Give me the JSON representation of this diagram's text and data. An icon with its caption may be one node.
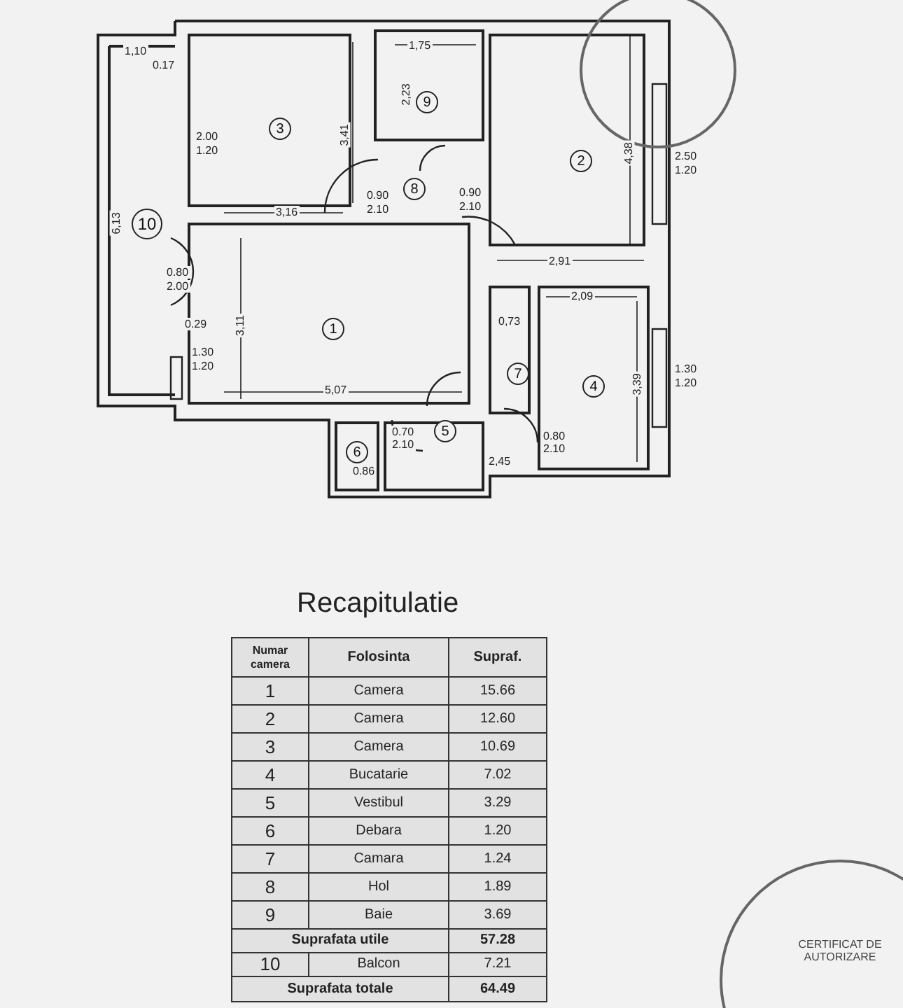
{
  "diagram": {
    "title": "Recapitulatie",
    "nodes": [
      {
        "text": [
          "3"
        ]
      },
      {
        "text": [
          "9"
        ]
      },
      {
        "text": [
          "2"
        ]
      },
      {
        "text": [
          "8"
        ]
      },
      {
        "text": [
          "10"
        ]
      },
      {
        "text": [
          "1"
        ]
      },
      {
        "text": [
          "7"
        ]
      },
      {
        "text": [
          "4"
        ]
      },
      {
        "text": [
          "5"
        ]
      },
      {
        "text": [
          "6"
        ]
      }
    ],
    "edges": [],
    "labels": [
      "1,10",
      "0.17",
      "1,75",
      "2,23",
      "2.00",
      "1.20",
      "3,41",
      "4,38",
      "2.50",
      "1.20",
      "0.90",
      "2.10",
      "0.90",
      "2.10",
      "3,16",
      "6,13",
      "2,91",
      "0.80",
      "2.00",
      "2,09",
      "0.29",
      "3,11",
      "0,73",
      "1.30",
      "1.20",
      "1.30",
      "1.20",
      "3,39",
      "5,07",
      "0.70",
      "2.10",
      "0.80",
      "2.10",
      "2,45",
      "0.86",
      "Numar camera",
      "Folosinta",
      "Supraf.",
      "1",
      "Camera",
      "15.66",
      "2",
      "Camera",
      "12.60",
      "3",
      "Camera",
      "10.69",
      "4",
      "Bucatarie",
      "7.02",
      "5",
      "Vestibul",
      "3.29",
      "6",
      "Debara",
      "1.20",
      "7",
      "Camara",
      "1.24",
      "8",
      "Hol",
      "1.89",
      "9",
      "Baie",
      "3.69",
      "Suprafata utile",
      "57.28",
      "10",
      "Balcon",
      "7.21",
      "Suprafata totale",
      "64.49",
      "CERTIFICAT DE AUTORIZARE"
    ]
  }
}
